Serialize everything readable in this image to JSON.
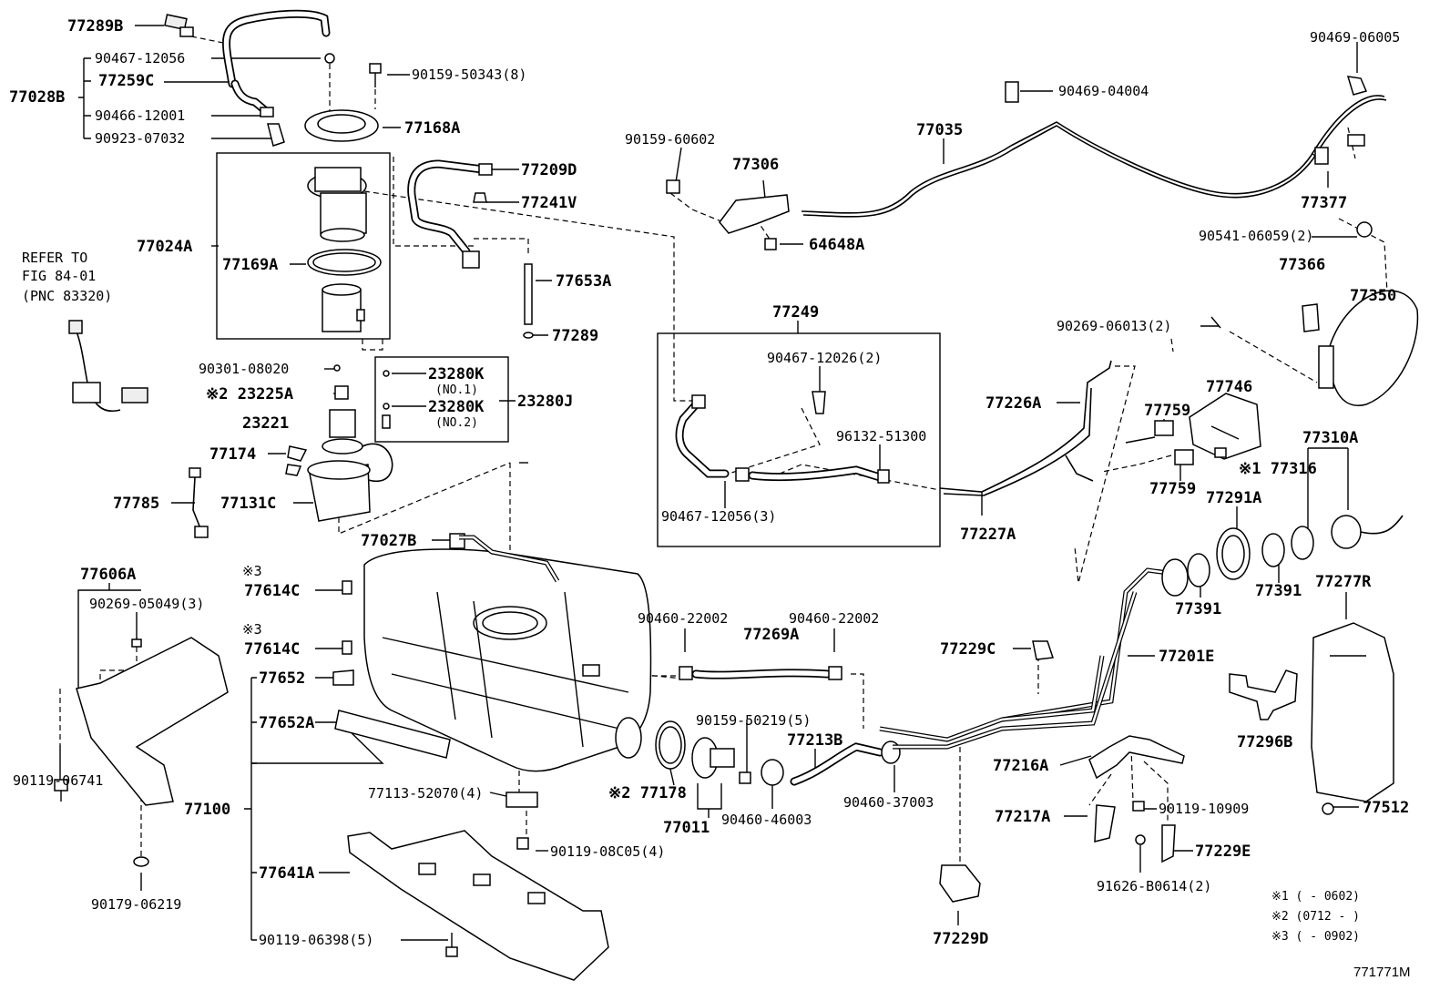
{
  "labels": {
    "l77289B": "77289B",
    "l90467_12056": "90467-12056",
    "l77259C": "77259C",
    "l77028B": "77028B",
    "l90466_12001": "90466-12001",
    "l90923_07032": "90923-07032",
    "l90159_50343": "90159-50343(8)",
    "l77168A": "77168A",
    "l77209D": "77209D",
    "l77241V": "77241V",
    "l77024A": "77024A",
    "l77169A": "77169A",
    "l77653A": "77653A",
    "l77289": "77289",
    "refer1": "REFER TO",
    "refer2": "FIG 84-01",
    "refer3": "(PNC 83320)",
    "l90301_08020": "90301-08020",
    "l23225A": "※2 23225A",
    "l23221": "23221",
    "l23280K1": "23280K",
    "l23280K1n": "(NO.1)",
    "l23280K2": "23280K",
    "l23280K2n": "(NO.2)",
    "l23280J": "23280J",
    "l77174": "77174",
    "l77785": "77785",
    "l77131C": "77131C",
    "l77027B": "77027B",
    "l77606A": "77606A",
    "l90269_05049": "90269-05049(3)",
    "l77614C_a_m": "※3",
    "l77614C_a": "77614C",
    "l77614C_b_m": "※3",
    "l77614C_b": "77614C",
    "l77652": "77652",
    "l77652A": "77652A",
    "l90119_06741": "90119-06741",
    "l77100": "77100",
    "l77113_52070": "77113-52070(4)",
    "l90119_08C05": "90119-08C05(4)",
    "l77641A": "77641A",
    "l90179_06219": "90179-06219",
    "l90119_06398": "90119-06398(5)",
    "l77178": "※2 77178",
    "l77011": "77011",
    "l90159_50219": "90159-50219(5)",
    "l90460_46003": "90460-46003",
    "l77213B": "77213B",
    "l90460_37003": "90460-37003",
    "l90460_22002a": "90460-22002",
    "l90460_22002b": "90460-22002",
    "l77269A": "77269A",
    "l90159_60602": "90159-60602",
    "l77306": "77306",
    "l64648A": "64648A",
    "l77035": "77035",
    "l90469_04004": "90469-04004",
    "l90469_06005": "90469-06005",
    "l77377": "77377",
    "l90541_06059": "90541-06059(2)",
    "l77366": "77366",
    "l77350": "77350",
    "l90269_06013": "90269-06013(2)",
    "l77249": "77249",
    "l90467_12026": "90467-12026(2)",
    "l96132_51300": "96132-51300",
    "l90467_12056_3": "90467-12056(3)",
    "l77226A": "77226A",
    "l77227A": "77227A",
    "l77759a": "77759",
    "l77759b": "77759",
    "l77746": "77746",
    "l77310A": "77310A",
    "l77316": "※1 77316",
    "l77291A": "77291A",
    "l77391a": "77391",
    "l77391b": "77391",
    "l77277R": "77277R",
    "l77229C": "77229C",
    "l77201E": "77201E",
    "l77296B": "77296B",
    "l77216A": "77216A",
    "l77217A": "77217A",
    "l90119_10909": "90119-10909",
    "l77229E": "77229E",
    "l91626_B0614": "91626-B0614(2)",
    "l77512": "77512",
    "l77229D": "77229D"
  },
  "notes": {
    "n1": "※1 (      - 0602)",
    "n2": "※2 (0712 -      )",
    "n3": "※3 (      - 0902)"
  },
  "figure_id": "771771M"
}
